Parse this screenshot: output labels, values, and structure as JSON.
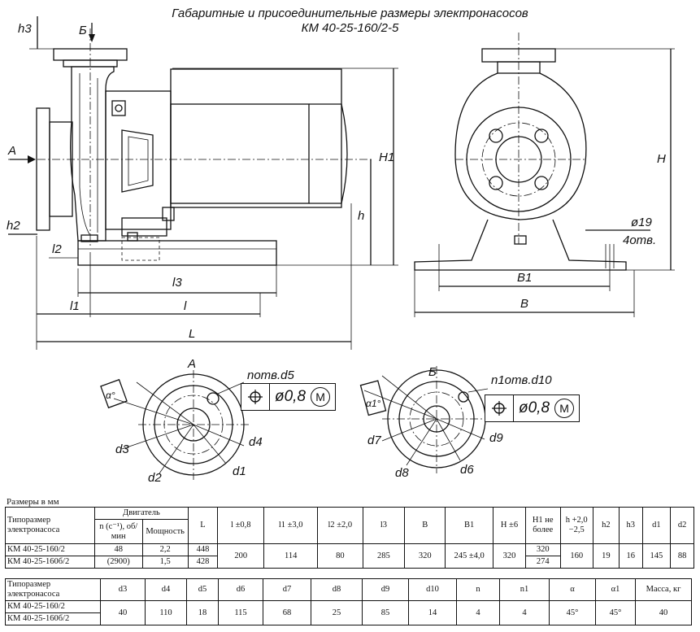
{
  "title_line1": "Габаритные и присоединительные размеры электронасосов",
  "title_line2": "КМ 40-25-160/2-5",
  "drawing_labels": {
    "h3": "h3",
    "B_section": "Б",
    "A_arrow": "A",
    "h2": "h2",
    "l2": "l2",
    "l3": "l3",
    "l1": "l1",
    "l": "l",
    "L": "L",
    "H1": "H1",
    "h": "h",
    "H": "H",
    "phi19": "ø19",
    "holes4": "4отв.",
    "B1": "B1",
    "B": "B"
  },
  "flange_A": {
    "name": "A",
    "holes": "nотв.d5",
    "alpha": "α°",
    "d3": "d3",
    "d2": "d2",
    "d4": "d4",
    "d1": "d1",
    "tol_value": "ø0,8",
    "tol_mod": "M"
  },
  "flange_B": {
    "name": "Б",
    "holes": "n1отв.d10",
    "alpha": "α1°",
    "d7": "d7",
    "d8": "d8",
    "d9": "d9",
    "d6": "d6",
    "tol_value": "ø0,8",
    "tol_mod": "M"
  },
  "caption": "Размеры в мм",
  "table1": {
    "h_type": "Типоразмер электронасоса",
    "h_engine": "Двигатель",
    "h_speed": "n (c⁻¹), об/мин",
    "h_power": "Мощность",
    "h_L": "L",
    "h_l": "l ±0,8",
    "h_l1": "l1 ±3,0",
    "h_l2": "l2 ±2,0",
    "h_l3": "l3",
    "h_B": "B",
    "h_B1": "B1",
    "h_H": "H ±6",
    "h_H1": "H1 не более",
    "h_h": "h +2,0 −2,5",
    "h_h2": "h2",
    "h_h3": "h3",
    "h_d1": "d1",
    "h_d2": "d2",
    "row1": {
      "type": "КМ 40-25-160/2",
      "speed": "48",
      "power": "2,2",
      "L": "448",
      "H1": "320"
    },
    "row2": {
      "type": "КМ 40-25-160б/2",
      "speed": "(2900)",
      "power": "1,5",
      "L": "428",
      "H1": "274"
    },
    "common": {
      "l": "200",
      "l1": "114",
      "l2": "80",
      "l3": "285",
      "B": "320",
      "B1": "245 ±4,0",
      "H": "320",
      "h": "160",
      "h2": "19",
      "h3": "16",
      "d1": "145",
      "d2": "88"
    }
  },
  "table2": {
    "h_type": "Типоразмер электронасоса",
    "h_d3": "d3",
    "h_d4": "d4",
    "h_d5": "d5",
    "h_d6": "d6",
    "h_d7": "d7",
    "h_d8": "d8",
    "h_d9": "d9",
    "h_d10": "d10",
    "h_n": "n",
    "h_n1": "n1",
    "h_alpha": "α",
    "h_alpha1": "α1",
    "h_mass": "Масса, кг",
    "row1_type": "КМ 40-25-160/2",
    "row2_type": "КМ 40-25-160б/2",
    "common": {
      "d3": "40",
      "d4": "110",
      "d5": "18",
      "d6": "115",
      "d7": "68",
      "d8": "25",
      "d9": "85",
      "d10": "14",
      "n": "4",
      "n1": "4",
      "alpha": "45°",
      "alpha1": "45°",
      "mass": "40"
    }
  }
}
